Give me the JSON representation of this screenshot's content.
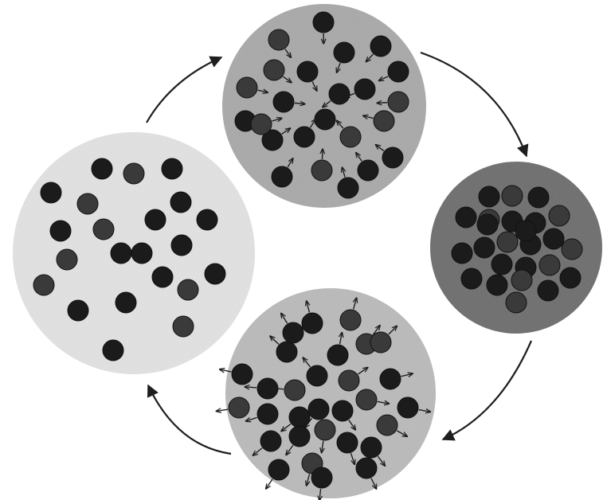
{
  "colors": {
    "background": "#ffffff",
    "arrow": "#1e1e1e",
    "particle_dark": "#1b1b1b",
    "particle_mid": "#3a3a3a",
    "panel_expanded": "#e2e2e2",
    "panel_contracting": "#a9a9a9",
    "panel_compressed": "#6a6a6a",
    "panel_expanding": "#b9b9b9"
  },
  "states": [
    {
      "id": "expanded",
      "particles": 22,
      "motion": "none"
    },
    {
      "id": "contracting",
      "particles": 24,
      "motion": "inward"
    },
    {
      "id": "compressed",
      "particles": 25,
      "motion": "none"
    },
    {
      "id": "expanding",
      "particles": 30,
      "motion": "outward"
    }
  ],
  "cycle_arrows": [
    {
      "from": "expanded",
      "to": "contracting"
    },
    {
      "from": "contracting",
      "to": "compressed"
    },
    {
      "from": "compressed",
      "to": "expanding"
    },
    {
      "from": "expanding",
      "to": "expanded"
    }
  ]
}
